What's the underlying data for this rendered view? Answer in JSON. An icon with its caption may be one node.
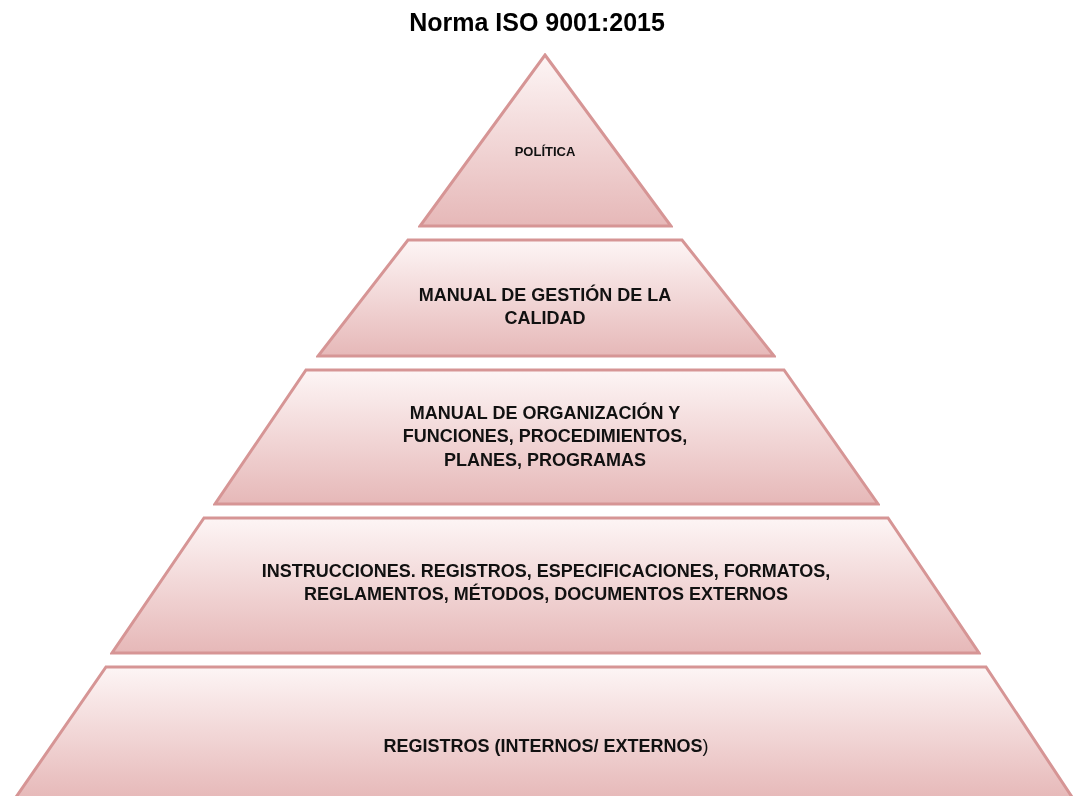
{
  "diagram": {
    "title": "Norma ISO 9001:2015",
    "nodes": [
      {
        "text": [
          "POLÍTICA"
        ]
      },
      {
        "text": [
          "MANUAL DE GESTIÓN DE LA CALIDAD"
        ]
      },
      {
        "text": [
          "MANUAL DE ORGANIZACIÓN Y FUNCIONES, PROCEDIMIENTOS, PLANES, PROGRAMAS"
        ]
      },
      {
        "text": [
          "INSTRUCCIONES. REGISTROS, ESPECIFICACIONES, FORMATOS, REGLAMENTOS, MÉTODOS, DOCUMENTOS EXTERNOS"
        ]
      },
      {
        "text": [
          "**REGISTROS (INTERNOS/ EXTERNOS**)"
        ]
      }
    ]
  }
}
